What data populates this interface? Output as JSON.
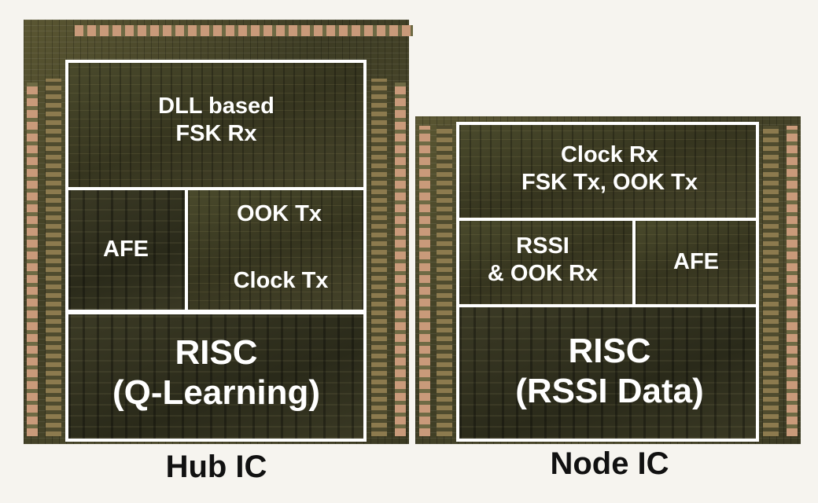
{
  "hub": {
    "caption": "Hub IC",
    "dll_rx": "DLL based\nFSK Rx",
    "afe": "AFE",
    "ook_tx": "OOK Tx",
    "clock_tx": "Clock Tx",
    "risc": "RISC\n(Q-Learning)"
  },
  "node": {
    "caption": "Node IC",
    "clock_rx": "Clock Rx\nFSK Tx, OOK Tx",
    "rssi": "RSSI\n& OOK Rx",
    "afe": "AFE",
    "risc": "RISC\n(RSSI Data)"
  }
}
